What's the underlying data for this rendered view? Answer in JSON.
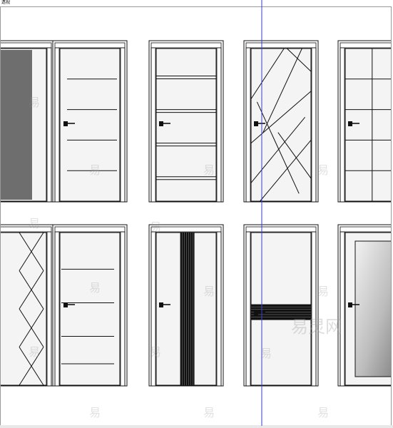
{
  "window": {
    "title": "透视"
  },
  "watermark": {
    "glyph": "易",
    "brand_text": "易灵网"
  },
  "colors": {
    "ink": "#111111",
    "door_fill": "#f4f4f4",
    "guide_line": "#3a3ad0",
    "dark_panel": "#6e6e6e"
  },
  "doors": [
    {
      "row": 0,
      "col": 0,
      "style": "partial-dark-panel"
    },
    {
      "row": 0,
      "col": 1,
      "style": "horizontal-lines-4"
    },
    {
      "row": 0,
      "col": 2,
      "style": "horizontal-double-lines"
    },
    {
      "row": 0,
      "col": 3,
      "style": "diagonal-lines"
    },
    {
      "row": 0,
      "col": 4,
      "style": "grid-panel"
    },
    {
      "row": 1,
      "col": 0,
      "style": "partial-x-lattice"
    },
    {
      "row": 1,
      "col": 1,
      "style": "horizontal-lines-3"
    },
    {
      "row": 1,
      "col": 2,
      "style": "vertical-black-strip"
    },
    {
      "row": 1,
      "col": 3,
      "style": "horizontal-black-band"
    },
    {
      "row": 1,
      "col": 4,
      "style": "gradient-glass"
    }
  ]
}
